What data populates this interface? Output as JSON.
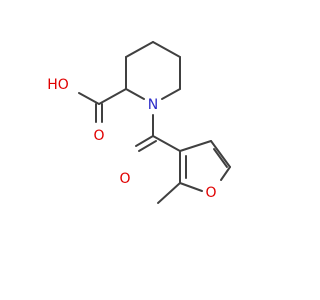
{
  "molecule": {
    "atoms": {
      "hydroxyl": "HO",
      "carboxyl_oxygen": "O",
      "ring_nitrogen": "N",
      "carbonyl_oxygen": "O",
      "furan_oxygen": "O"
    },
    "colors": {
      "bond": "#404040",
      "oxygen": "#e00000",
      "nitrogen": "#2a2ac8",
      "background": "#ffffff"
    }
  }
}
